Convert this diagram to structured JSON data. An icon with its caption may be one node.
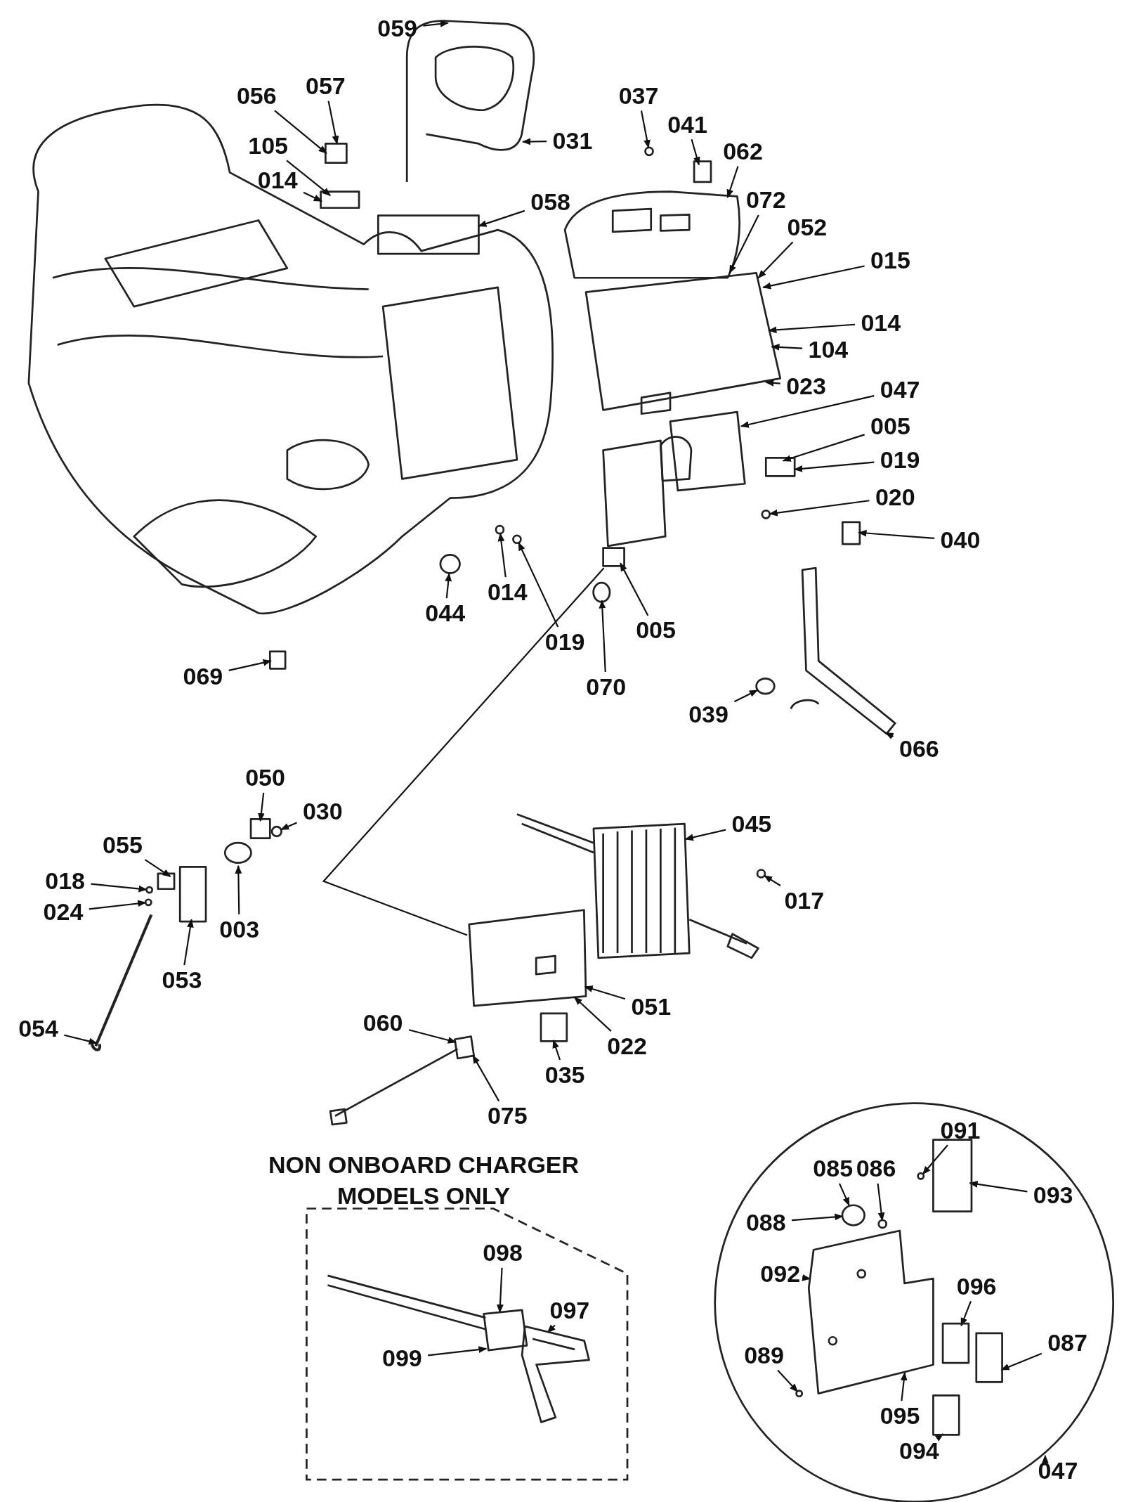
{
  "diagram": {
    "nodes": [
      {
        "text": [
          "059"
        ]
      },
      {
        "text": [
          "056"
        ]
      },
      {
        "text": [
          "057"
        ]
      },
      {
        "text": [
          "037"
        ]
      },
      {
        "text": [
          "041"
        ]
      },
      {
        "text": [
          "031"
        ]
      },
      {
        "text": [
          "105"
        ]
      },
      {
        "text": [
          "062"
        ]
      },
      {
        "text": [
          "014"
        ]
      },
      {
        "text": [
          "058"
        ]
      },
      {
        "text": [
          "072"
        ]
      },
      {
        "text": [
          "052"
        ]
      },
      {
        "text": [
          "015"
        ]
      },
      {
        "text": [
          "014"
        ]
      },
      {
        "text": [
          "104"
        ]
      },
      {
        "text": [
          "023"
        ]
      },
      {
        "text": [
          "047"
        ]
      },
      {
        "text": [
          "005"
        ]
      },
      {
        "text": [
          "019"
        ]
      },
      {
        "text": [
          "020"
        ]
      },
      {
        "text": [
          "040"
        ]
      },
      {
        "text": [
          "014"
        ]
      },
      {
        "text": [
          "044"
        ]
      },
      {
        "text": [
          "005"
        ]
      },
      {
        "text": [
          "019"
        ]
      },
      {
        "text": [
          "069"
        ]
      },
      {
        "text": [
          "070"
        ]
      },
      {
        "text": [
          "039"
        ]
      },
      {
        "text": [
          "066"
        ]
      },
      {
        "text": [
          "050"
        ]
      },
      {
        "text": [
          "030"
        ]
      },
      {
        "text": [
          "055"
        ]
      },
      {
        "text": [
          "045"
        ]
      },
      {
        "text": [
          "018"
        ]
      },
      {
        "text": [
          "017"
        ]
      },
      {
        "text": [
          "024"
        ]
      },
      {
        "text": [
          "003"
        ]
      },
      {
        "text": [
          "053"
        ]
      },
      {
        "text": [
          "051"
        ]
      },
      {
        "text": [
          "060"
        ]
      },
      {
        "text": [
          "054"
        ]
      },
      {
        "text": [
          "022"
        ]
      },
      {
        "text": [
          "035"
        ]
      },
      {
        "text": [
          "075"
        ]
      },
      {
        "text": [
          "NON ONBOARD CHARGER MODELS ONLY"
        ]
      },
      {
        "text": [
          "098"
        ],
        "in": 44
      },
      {
        "text": [
          "097"
        ],
        "in": 44
      },
      {
        "text": [
          "099"
        ],
        "in": 44
      },
      {
        "text": [],
        "shape": "circle"
      },
      {
        "text": [
          "091"
        ],
        "in": 48
      },
      {
        "text": [
          "085"
        ],
        "in": 48
      },
      {
        "text": [
          "086"
        ],
        "in": 48
      },
      {
        "text": [
          "093"
        ],
        "in": 48
      },
      {
        "text": [
          "088"
        ],
        "in": 48
      },
      {
        "text": [
          "092"
        ],
        "in": 48
      },
      {
        "text": [
          "096"
        ],
        "in": 48
      },
      {
        "text": [
          "087"
        ],
        "in": 48
      },
      {
        "text": [
          "089"
        ],
        "in": 48
      },
      {
        "text": [
          "095"
        ],
        "in": 48
      },
      {
        "text": [
          "094"
        ],
        "in": 48
      },
      {
        "text": [
          "047"
        ]
      },
      {
        "text": [],
        "shape": "picture"
      },
      {
        "text": [],
        "shape": "box"
      },
      {
        "text": [],
        "shape": "box"
      },
      {
        "text": [],
        "shape": "box"
      },
      {
        "text": [],
        "shape": "box"
      },
      {
        "text": [],
        "shape": "circle"
      },
      {
        "text": [],
        "shape": "picture"
      },
      {
        "text": [],
        "shape": "picture"
      },
      {
        "text": [],
        "shape": "picture"
      },
      {
        "text": [],
        "shape": "box"
      },
      {
        "text": [],
        "shape": "circle"
      },
      {
        "text": [],
        "shape": "box"
      },
      {
        "text": [],
        "shape": "circle"
      },
      {
        "text": [],
        "shape": "circle"
      },
      {
        "text": [],
        "shape": "box"
      },
      {
        "text": [],
        "shape": "circle"
      },
      {
        "text": [],
        "shape": "box"
      },
      {
        "text": [],
        "shape": "circle"
      },
      {
        "text": [],
        "shape": "circle"
      },
      {
        "text": [],
        "shape": "picture"
      },
      {
        "text": [],
        "shape": "box"
      },
      {
        "text": [],
        "shape": "circle"
      },
      {
        "text": [],
        "shape": "box"
      },
      {
        "text": [],
        "shape": "circle"
      },
      {
        "text": [],
        "shape": "circle"
      },
      {
        "text": [],
        "shape": "circle"
      },
      {
        "text": [],
        "shape": "box"
      },
      {
        "text": [],
        "shape": "bar"
      },
      {
        "text": [],
        "shape": "picture"
      },
      {
        "text": [],
        "shape": "circle"
      },
      {
        "text": [],
        "shape": "picture"
      },
      {
        "text": [],
        "shape": "box"
      },
      {
        "text": [],
        "shape": "picture"
      },
      {
        "text": [],
        "shape": "picture",
        "in": 44
      },
      {
        "text": [],
        "shape": "picture",
        "in": 44
      },
      {
        "text": [],
        "shape": "box",
        "in": 48
      },
      {
        "text": [],
        "shape": "circle",
        "in": 48
      },
      {
        "text": [],
        "shape": "circle",
        "in": 48
      },
      {
        "text": [],
        "shape": "circle",
        "in": 48
      },
      {
        "text": [],
        "shape": "picture",
        "in": 48
      },
      {
        "text": [],
        "shape": "circle",
        "in": 48
      },
      {
        "text": [],
        "shape": "box",
        "in": 48
      },
      {
        "text": [],
        "shape": "box",
        "in": 48
      },
      {
        "text": [],
        "shape": "box",
        "in": 48
      }
    ],
    "edges": [
      {
        "from": 0,
        "to": 61,
        "arrow": "to"
      },
      {
        "from": 1,
        "to": 63,
        "arrow": "to"
      },
      {
        "from": 2,
        "to": 63,
        "arrow": "to"
      },
      {
        "from": 3,
        "to": 66,
        "arrow": "to"
      },
      {
        "from": 4,
        "to": 65,
        "arrow": "to"
      },
      {
        "from": 5,
        "to": 61,
        "arrow": "to"
      },
      {
        "from": 6,
        "to": 64,
        "arrow": "to"
      },
      {
        "from": 7,
        "to": 67,
        "arrow": "to"
      },
      {
        "from": 8,
        "to": 64,
        "arrow": "to"
      },
      {
        "from": 9,
        "to": 62,
        "arrow": "to"
      },
      {
        "from": 10,
        "to": 67,
        "arrow": "to"
      },
      {
        "from": 11,
        "to": 68,
        "arrow": "to"
      },
      {
        "from": 12,
        "to": 68,
        "arrow": "to"
      },
      {
        "from": 13,
        "to": 68,
        "arrow": "to"
      },
      {
        "from": 14,
        "to": 68,
        "arrow": "to"
      },
      {
        "from": 15,
        "to": 68,
        "arrow": "to"
      },
      {
        "from": 16,
        "to": 69,
        "arrow": "to"
      },
      {
        "from": 17,
        "to": 70,
        "arrow": "to"
      },
      {
        "from": 18,
        "to": 70,
        "arrow": "to"
      },
      {
        "from": 19,
        "to": 71,
        "arrow": "to"
      },
      {
        "from": 20,
        "to": 72,
        "arrow": "to"
      },
      {
        "from": 21,
        "to": 73,
        "arrow": "to"
      },
      {
        "from": 22,
        "to": 74,
        "arrow": "to"
      },
      {
        "from": 23,
        "to": 75,
        "arrow": "to"
      },
      {
        "from": 24,
        "to": 76,
        "arrow": "to"
      },
      {
        "from": 25,
        "to": 77,
        "arrow": "to"
      },
      {
        "from": 26,
        "to": 78,
        "arrow": "to"
      },
      {
        "from": 27,
        "to": 79,
        "arrow": "to"
      },
      {
        "from": 28,
        "to": 80,
        "arrow": "to"
      },
      {
        "from": 29,
        "to": 81,
        "arrow": "to"
      },
      {
        "from": 30,
        "to": 82,
        "arrow": "to"
      },
      {
        "from": 31,
        "to": 83,
        "arrow": "to"
      },
      {
        "from": 32,
        "to": 89,
        "arrow": "to"
      },
      {
        "from": 33,
        "to": 84,
        "arrow": "to"
      },
      {
        "from": 34,
        "to": 90,
        "arrow": "to"
      },
      {
        "from": 35,
        "to": 85,
        "arrow": "to"
      },
      {
        "from": 36,
        "to": 86,
        "arrow": "to"
      },
      {
        "from": 37,
        "to": 87,
        "arrow": "to"
      },
      {
        "from": 38,
        "to": 91,
        "arrow": "to"
      },
      {
        "from": 39,
        "to": 93,
        "arrow": "to"
      },
      {
        "from": 40,
        "to": 88,
        "arrow": "to"
      },
      {
        "from": 41,
        "to": 91,
        "arrow": "to"
      },
      {
        "from": 42,
        "to": 92,
        "arrow": "to"
      },
      {
        "from": 43,
        "to": 93,
        "arrow": "to"
      },
      {
        "from": 45,
        "to": 94,
        "arrow": "to"
      },
      {
        "from": 46,
        "to": 95,
        "arrow": "to"
      },
      {
        "from": 47,
        "to": 94,
        "arrow": "to"
      },
      {
        "from": 49,
        "to": 97,
        "arrow": "to"
      },
      {
        "from": 50,
        "to": 98,
        "arrow": "to"
      },
      {
        "from": 51,
        "to": 99,
        "arrow": "to"
      },
      {
        "from": 52,
        "to": 96,
        "arrow": "to"
      },
      {
        "from": 53,
        "to": 98,
        "arrow": "to"
      },
      {
        "from": 54,
        "to": 100,
        "arrow": "to"
      },
      {
        "from": 55,
        "to": 102,
        "arrow": "to"
      },
      {
        "from": 56,
        "to": 103,
        "arrow": "to"
      },
      {
        "from": 57,
        "to": 101,
        "arrow": "to"
      },
      {
        "from": 58,
        "to": 100,
        "arrow": "to"
      },
      {
        "from": 59,
        "to": 104,
        "arrow": "to"
      },
      {
        "from": 60,
        "to": 48,
        "arrow": "to"
      },
      {
        "from": 75,
        "to": 91,
        "arrow": "none"
      }
    ]
  }
}
